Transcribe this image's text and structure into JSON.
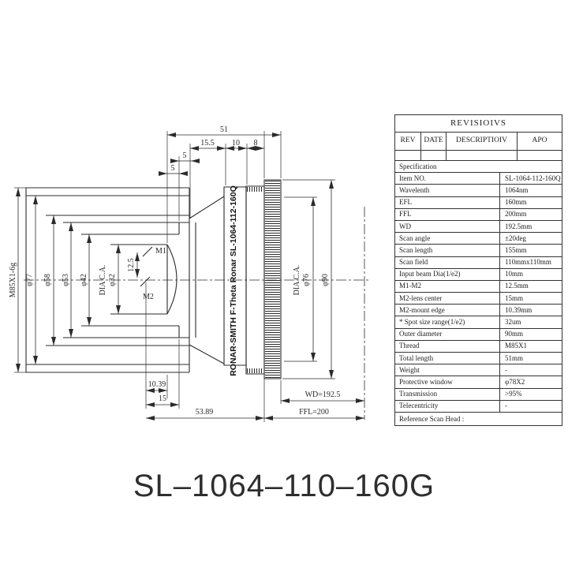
{
  "title": "SL–1064–110–160G",
  "revisions": {
    "title": "REVISIOIVS",
    "columns": [
      "REV",
      "DATE",
      "DESCRIPTIOIV",
      "APO"
    ]
  },
  "spec": {
    "section_label": "Specification",
    "rows": [
      {
        "label": "Item NO.",
        "value": "SL-1064-112-160Q"
      },
      {
        "label": "Wavelenth",
        "value": "1064nm"
      },
      {
        "label": "EFL",
        "value": "160mm"
      },
      {
        "label": "FFL",
        "value": "200mm"
      },
      {
        "label": "WD",
        "value": "192.5mm"
      },
      {
        "label": "Scan angle",
        "value": "±20deg"
      },
      {
        "label": "Scan length",
        "value": "155mm"
      },
      {
        "label": "Scan field",
        "value": "110mmx110mm"
      },
      {
        "label": "Input beam Dia(1/e2)",
        "value": "10mm"
      },
      {
        "label": "M1-M2",
        "value": "12.5mm"
      },
      {
        "label": "M2-lens center",
        "value": "15mm"
      },
      {
        "label": "M2-mount edge",
        "value": "10.39mm"
      },
      {
        "label": "* Spot size range(1/e2)",
        "value": "32um"
      },
      {
        "label": "Outer diameter",
        "value": "90mm"
      },
      {
        "label": "Thread",
        "value": "M85X1"
      },
      {
        "label": "Total length",
        "value": "51mm"
      },
      {
        "label": "Weight",
        "value": "-"
      },
      {
        "label": "Protective window",
        "value": "φ78X2"
      },
      {
        "label": "Transmission",
        "value": ">95%"
      },
      {
        "label": "Telecentricity",
        "value": "-"
      }
    ],
    "footer": "Reference Scan Head :"
  },
  "drawing": {
    "body_text": "RONAR-SMITH  F-Theta Ronar  SL-1064-112-160Q",
    "dim_total_top": "51",
    "dim_15_5": "15.5",
    "dim_10": "10",
    "dim_8": "8",
    "dim_5a": "5",
    "dim_5b": "5",
    "thread": "M85X1-6g",
    "d77": "φ77",
    "d58": "φ58",
    "d53": "φ53",
    "d42": "φ42",
    "dia_ca_left": "DIA C.A.",
    "d32": "φ32",
    "m1": "M1",
    "m2": "M2",
    "dim_12_5": "12.5",
    "dia_ca_right": "DIA C.A.",
    "d76": "φ76",
    "d90": "φ90",
    "dim_10_39": "10.39",
    "dim_15": "15",
    "dim_53_89": "53.89",
    "wd": "WD=192.5",
    "ffl": "FFL=200"
  }
}
